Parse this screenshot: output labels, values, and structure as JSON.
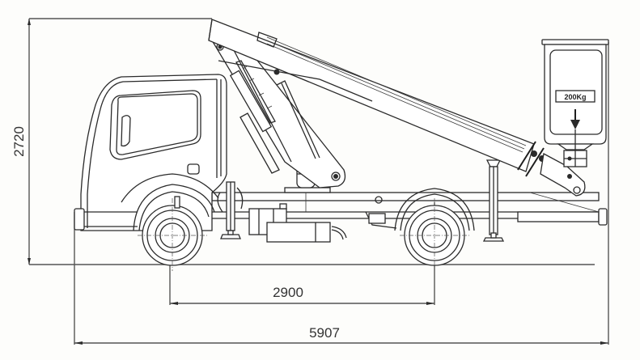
{
  "drawing": {
    "subject": "Truck-mounted aerial work platform — side elevation",
    "dimensions": {
      "overall_height": {
        "value": "2720",
        "unit": "mm",
        "orientation": "vertical"
      },
      "wheelbase": {
        "value": "2900",
        "unit": "mm",
        "orientation": "horizontal"
      },
      "overall_length": {
        "value": "5907",
        "unit": "mm",
        "orientation": "horizontal"
      }
    },
    "basket": {
      "load_label": "200Kg"
    },
    "colors": {
      "background": "#fdfdfb",
      "line": "#2b2b2b",
      "dimension_line": "#555555",
      "dimension_text": "#333333"
    }
  }
}
